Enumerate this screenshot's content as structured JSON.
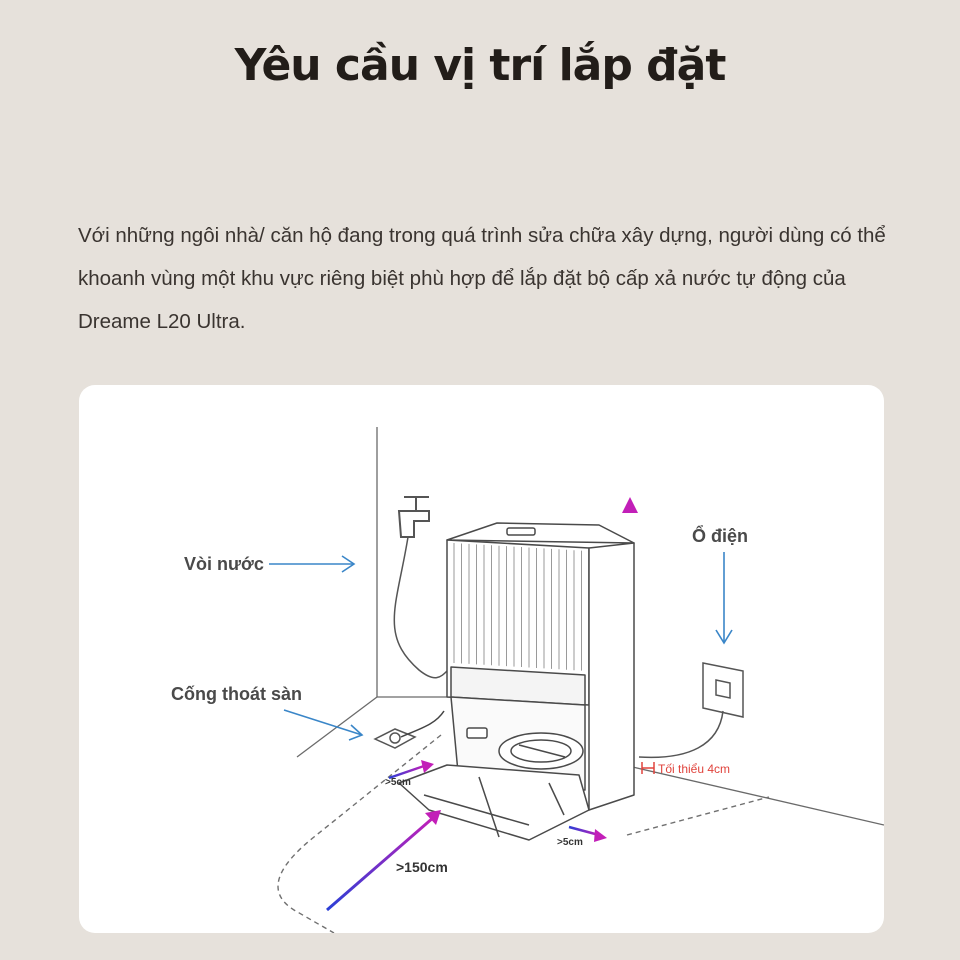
{
  "page": {
    "title": "Yêu cầu vị trí lắp đặt",
    "intro": "Với những ngôi nhà/ căn hộ đang trong quá trình sửa chữa xây dựng, người dùng có thể khoanh vùng một khu vực riêng biệt phù hợp để lắp đặt bộ cấp xả nước tự động của Dreame L20 Ultra."
  },
  "diagram": {
    "faucet_label": "Vòi nước",
    "drain_label": "Cống thoát sàn",
    "outlet_label": "Ổ điện",
    "min_gap_label": "Tối thiểu 4cm",
    "side_gap_label": ">5cm",
    "right_gap_label": ">5cm",
    "front_gap_label": ">150cm"
  },
  "colors": {
    "background": "#e6e1db",
    "arrow_blue": "#3a86c8",
    "gradient_start": "#2a3fd6",
    "gradient_end": "#c21fb8",
    "min_gap_red": "#e0433c"
  }
}
